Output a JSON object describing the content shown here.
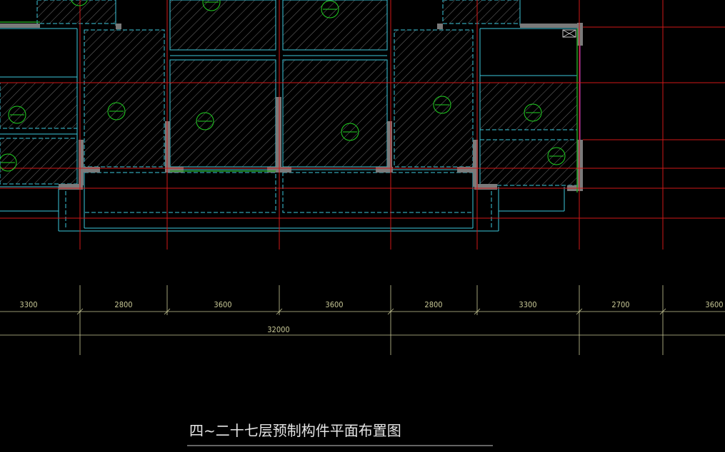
{
  "drawing": {
    "title": "四~二十七层预制构件平面布置图",
    "background_color": "#000000",
    "colors": {
      "axis_line": "#d01818",
      "wall_outline": "#3cc8dc",
      "hatch": "#7a7a7a",
      "rebar_mark": "#22d022",
      "dimension": "#c8c896",
      "column_fill": "#7a7a7a",
      "edge_magenta": "#c040c0",
      "title_text": "#e6e6e6"
    }
  },
  "dimensions": {
    "segments": [
      "3300",
      "2800",
      "3600",
      "3600",
      "2800",
      "3300",
      "2700",
      "3600"
    ],
    "total": "32000"
  },
  "icons": {
    "rebar_mark": "circle-arrow-icon",
    "opening_mark": "cross-box-icon"
  }
}
